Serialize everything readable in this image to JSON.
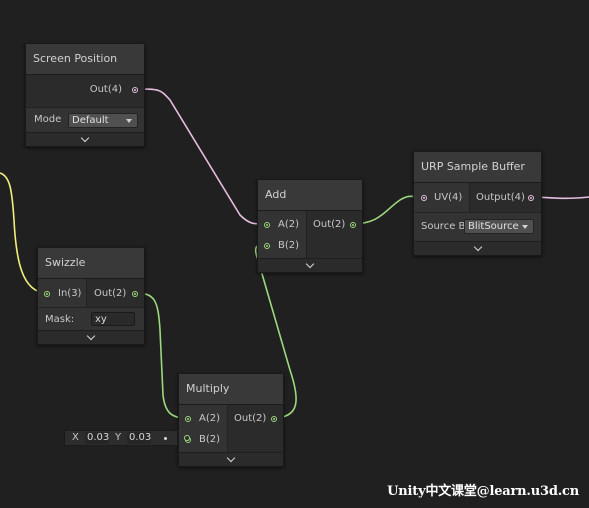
{
  "nodes": {
    "screen_position": {
      "title": "Screen Position",
      "out_label": "Out(4)",
      "mode_label": "Mode",
      "mode_value": "Default"
    },
    "swizzle": {
      "title": "Swizzle",
      "in_label": "In(3)",
      "out_label": "Out(2)",
      "mask_label": "Mask:",
      "mask_value": "xy"
    },
    "add": {
      "title": "Add",
      "a_label": "A(2)",
      "b_label": "B(2)",
      "out_label": "Out(2)"
    },
    "multiply": {
      "title": "Multiply",
      "a_label": "A(2)",
      "b_label": "B(2)",
      "out_label": "Out(2)"
    },
    "urp_sample_buffer": {
      "title": "URP Sample Buffer",
      "uv_label": "UV(4)",
      "out_label": "Output(4)",
      "source_label": "Source Bu",
      "source_value": "BlitSource"
    }
  },
  "inline_vector": {
    "x_label": "X",
    "x_value": "0.03",
    "y_label": "Y",
    "y_value": "0.03"
  },
  "colors": {
    "background": "#202020",
    "float_wire": "#9cd97c",
    "vector4_wire": "#e6bde0",
    "vector3_wire": "#f0f07a"
  },
  "watermark": "Unity中文课堂@learn.u3d.cn"
}
